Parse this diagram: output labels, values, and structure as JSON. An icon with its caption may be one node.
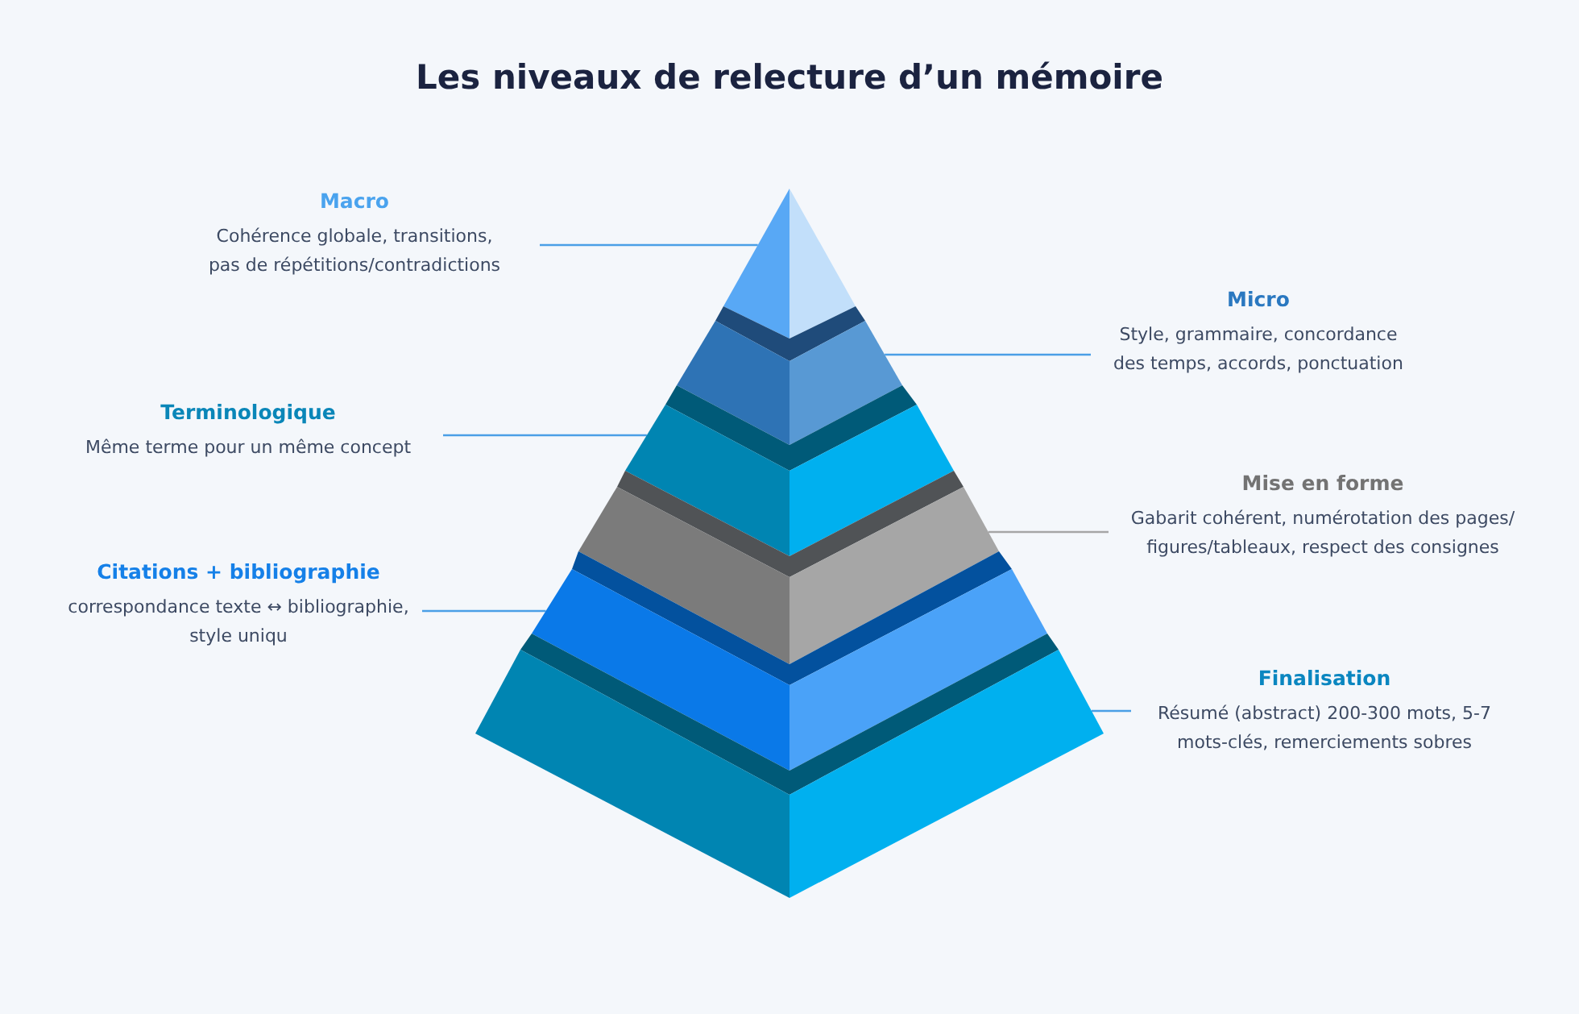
{
  "diagram": {
    "title": "Les niveaux de relecture d’un mémoire",
    "nodes": [
      {
        "text": [
          "Macro",
          "Cohérence globale, transitions, pas de répétitions/contradictions"
        ]
      },
      {
        "text": [
          "Micro",
          "Style, grammaire, concordance des temps, accords, ponctuation"
        ]
      },
      {
        "text": [
          "Terminologique",
          "Même terme pour un même concept"
        ]
      },
      {
        "text": [
          "Mise en forme",
          "Gabarit cohérent, numérotation des pages/ figures/tableaux, respect des consignes"
        ]
      },
      {
        "text": [
          "Citations + bibliographie",
          "correspondance texte ↔ bibliographie, style uniqu"
        ]
      },
      {
        "text": [
          "Finalisation",
          "Résumé (abstract) 200-300 mots, 5-7 mots-clés, remerciements sobres"
        ]
      },
      {
        "text": [],
        "shape": "triangle"
      },
      {
        "text": [],
        "shape": "trapezoid"
      },
      {
        "text": [],
        "shape": "trapezoid"
      },
      {
        "text": [],
        "shape": "trapezoid"
      },
      {
        "text": [],
        "shape": "trapezoid"
      },
      {
        "text": [],
        "shape": "trapezoid"
      }
    ],
    "edges": [
      {
        "from": 0,
        "to": 6,
        "arrow": "none"
      },
      {
        "from": 1,
        "to": 7,
        "arrow": "none"
      },
      {
        "from": 2,
        "to": 8,
        "arrow": "none"
      },
      {
        "from": 3,
        "to": 9,
        "arrow": "none",
        "color": "#a6a6a6"
      },
      {
        "from": 4,
        "to": 10,
        "arrow": "none"
      },
      {
        "from": 5,
        "to": 11,
        "arrow": "none"
      }
    ]
  }
}
